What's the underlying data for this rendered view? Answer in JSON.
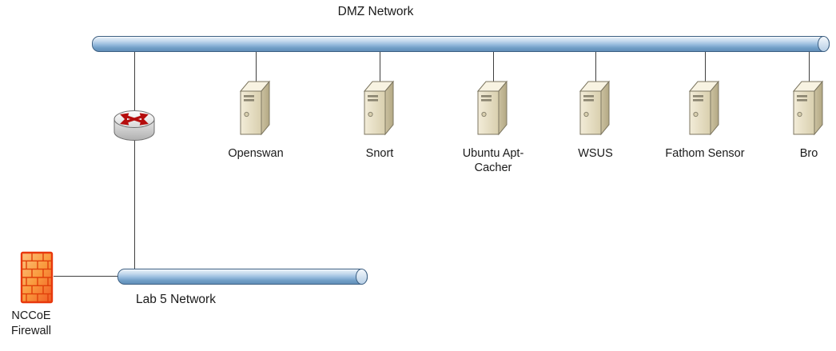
{
  "diagram": {
    "networks": {
      "dmz": {
        "label": "DMZ Network"
      },
      "lab5": {
        "label": "Lab 5 Network"
      }
    },
    "devices": [
      {
        "label": "Openswan",
        "type": "server"
      },
      {
        "label": "Snort",
        "type": "server"
      },
      {
        "label": "Ubuntu Apt-Cacher",
        "type": "server"
      },
      {
        "label": "WSUS",
        "type": "server"
      },
      {
        "label": "Fathom Sensor",
        "type": "server"
      },
      {
        "label": "Bro",
        "type": "server"
      }
    ],
    "router": {
      "icon": "router-icon"
    },
    "firewall": {
      "label": "NCCoE Firewall",
      "icon": "firewall-brick-icon"
    },
    "colors": {
      "bus_fill": "#96badd",
      "bus_border": "#3c5f82",
      "server_body": "#e9e1c9",
      "firewall_orange": "#f15a24",
      "router_x_red": "#b50d0d",
      "connector_line": "#3f3f3f",
      "text": "#1a1a1a"
    }
  }
}
